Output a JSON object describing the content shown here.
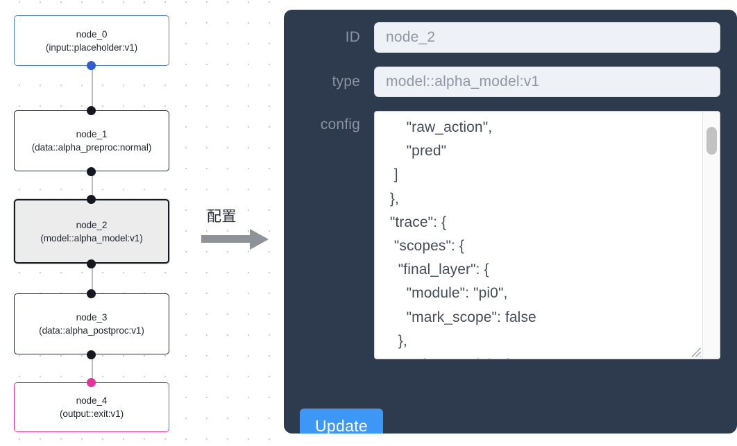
{
  "canvas": {
    "nodes": [
      {
        "id": "node_0",
        "type": "(input::placeholder:v1)",
        "state": "input"
      },
      {
        "id": "node_1",
        "type": "(data::alpha_preproc:normal)",
        "state": "default"
      },
      {
        "id": "node_2",
        "type": "(model::alpha_model:v1)",
        "state": "selected"
      },
      {
        "id": "node_3",
        "type": "(data::alpha_postproc:v1)",
        "state": "default"
      },
      {
        "id": "node_4",
        "type": "(output::exit:v1)",
        "state": "output"
      }
    ]
  },
  "arrow": {
    "label": "配置"
  },
  "panel": {
    "id_label": "ID",
    "id_value": "node_2",
    "type_label": "type",
    "type_value": "model::alpha_model:v1",
    "config_label": "config",
    "config_value": "      \"raw_action\",\n      \"pred\"\n   ]\n  },\n  \"trace\": {\n   \"scopes\": {\n    \"final_layer\": {\n      \"module\": \"pi0\",\n      \"mark_scope\": false\n    },\n    \"action_model\": {",
    "update_label": "Update"
  },
  "colors": {
    "panel_bg": "#2e3a4e",
    "accent_button": "#3d97f7",
    "input_node_border": "#4a7fc9",
    "output_node_border": "#e4349a",
    "default_node_border": "#222733",
    "selected_node_fill": "#ececec"
  }
}
